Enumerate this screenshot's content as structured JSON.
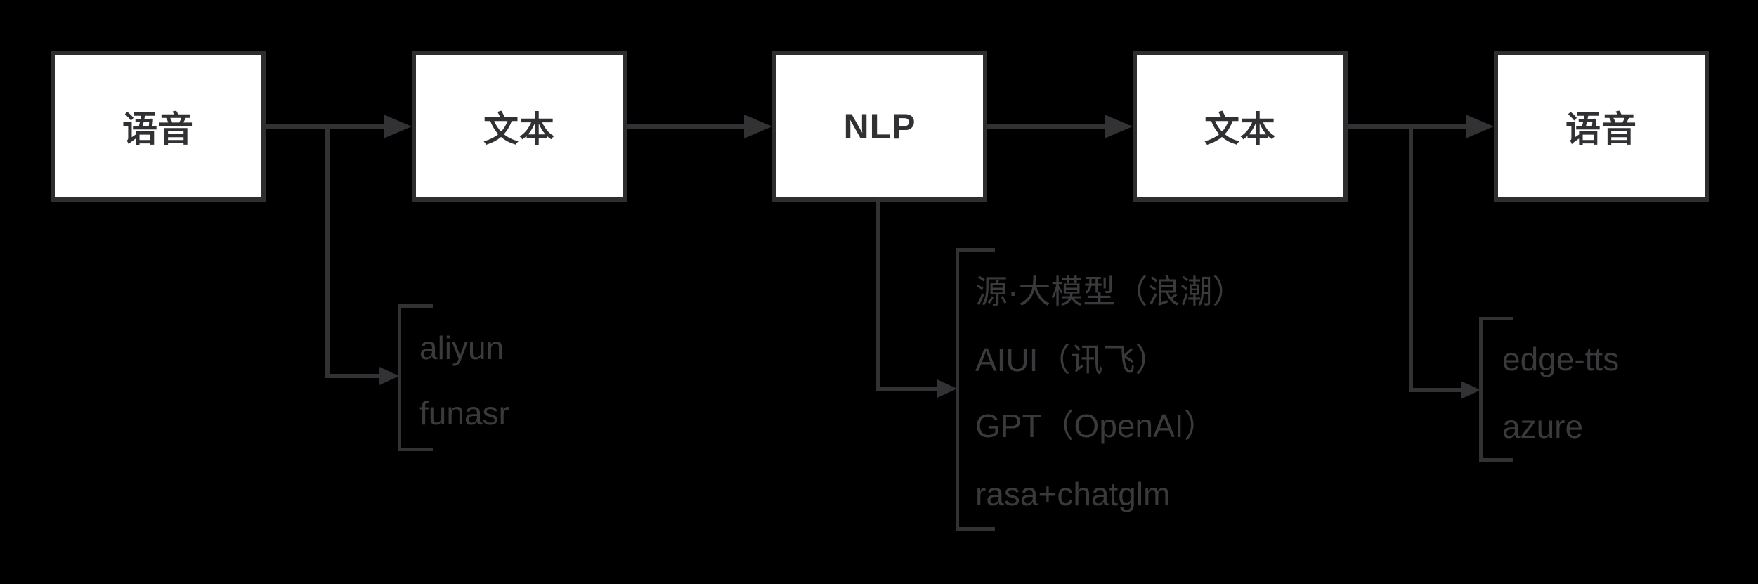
{
  "diagram": {
    "title": "voice-assistant-pipeline",
    "boxes": [
      {
        "label": "语音"
      },
      {
        "label": "文本"
      },
      {
        "label": "NLP"
      },
      {
        "label": "文本"
      },
      {
        "label": "语音"
      }
    ],
    "annotations": {
      "asr": {
        "items": [
          "aliyun",
          "funasr"
        ]
      },
      "nlp": {
        "items": [
          "源·大模型（浪潮）",
          "AIUI（讯飞）",
          "GPT（OpenAI）",
          "rasa+chatglm"
        ]
      },
      "tts": {
        "items": [
          "edge-tts",
          "azure"
        ]
      }
    },
    "colors": {
      "background": "#000000",
      "box_fill": "#ffffff",
      "box_border": "#2e2e30",
      "box_text": "#313133",
      "line": "#323234",
      "annotation_text": "#3a3a3c"
    }
  }
}
